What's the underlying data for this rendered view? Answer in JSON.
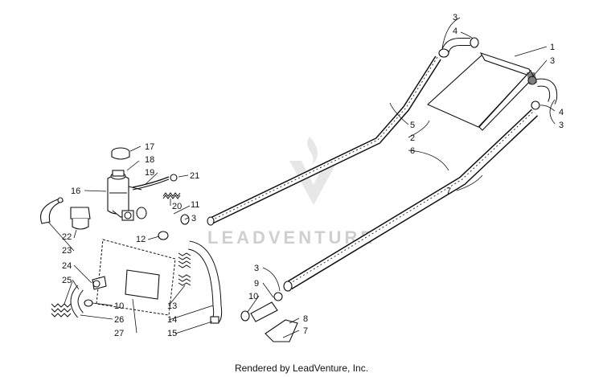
{
  "watermark": {
    "text": "LEADVENTURE"
  },
  "footer": {
    "text": "Rendered by LeadVenture, Inc."
  },
  "callouts": [
    {
      "id": "c17",
      "text": "17"
    },
    {
      "id": "c18",
      "text": "18"
    },
    {
      "id": "c19",
      "text": "19"
    },
    {
      "id": "c21",
      "text": "21"
    },
    {
      "id": "c16",
      "text": "16"
    },
    {
      "id": "c20",
      "text": "20"
    },
    {
      "id": "c11",
      "text": "11"
    },
    {
      "id": "c3a",
      "text": "3"
    },
    {
      "id": "c12",
      "text": "12"
    },
    {
      "id": "c22",
      "text": "22"
    },
    {
      "id": "c23",
      "text": "23"
    },
    {
      "id": "c24",
      "text": "24"
    },
    {
      "id": "c25",
      "text": "25"
    },
    {
      "id": "c10a",
      "text": "10"
    },
    {
      "id": "c26",
      "text": "26"
    },
    {
      "id": "c27",
      "text": "27"
    },
    {
      "id": "c13",
      "text": "13"
    },
    {
      "id": "c14",
      "text": "14"
    },
    {
      "id": "c15",
      "text": "15"
    },
    {
      "id": "c3b",
      "text": "3"
    },
    {
      "id": "c4a",
      "text": "4"
    },
    {
      "id": "c1",
      "text": "1"
    },
    {
      "id": "c3c",
      "text": "3"
    },
    {
      "id": "c4b",
      "text": "4"
    },
    {
      "id": "c3d",
      "text": "3"
    },
    {
      "id": "c5",
      "text": "5"
    },
    {
      "id": "c2",
      "text": "2"
    },
    {
      "id": "c6",
      "text": "6"
    },
    {
      "id": "c7a",
      "text": "7"
    },
    {
      "id": "c3e",
      "text": "3"
    },
    {
      "id": "c9",
      "text": "9"
    },
    {
      "id": "c10b",
      "text": "10"
    },
    {
      "id": "c8",
      "text": "8"
    },
    {
      "id": "c7b",
      "text": "7"
    }
  ]
}
